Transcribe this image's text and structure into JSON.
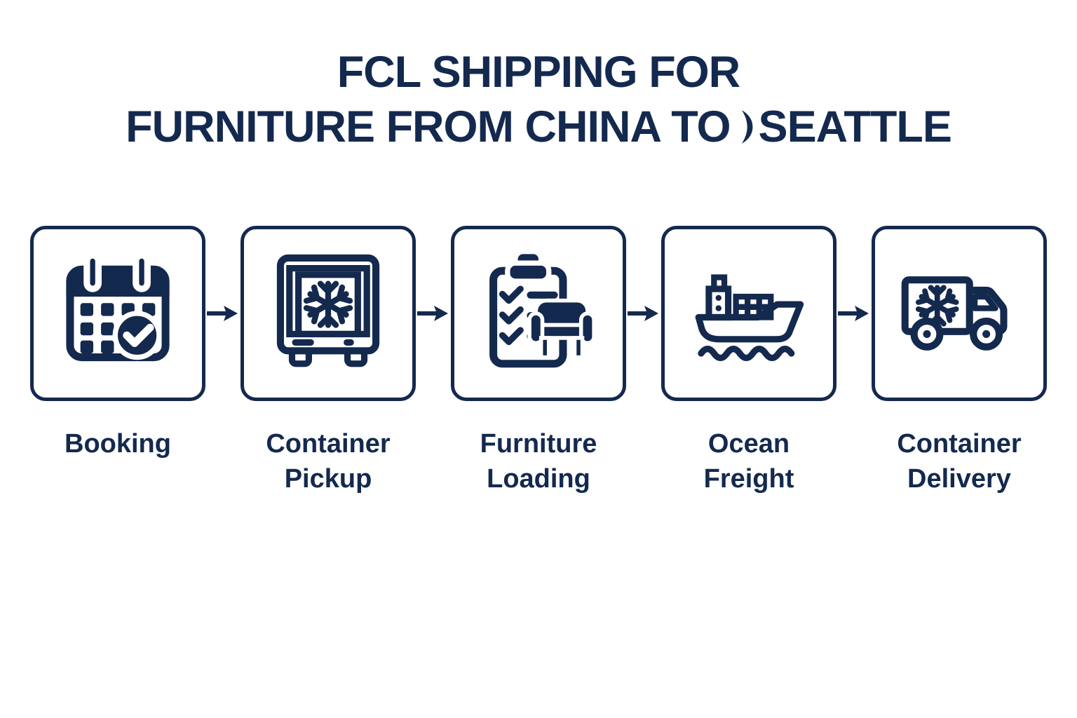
{
  "title": {
    "line1": "FCL SHIPPING FOR",
    "line2_before": "FURNITURE FROM CHINA TO",
    "line2_after": "SEATTLE",
    "separator_icon": "crescent-ornament-icon"
  },
  "steps": [
    {
      "label": "Booking",
      "icon": "calendar-check-icon"
    },
    {
      "label": "Container Pickup",
      "icon": "refrigerated-container-icon"
    },
    {
      "label": "Furniture Loading",
      "icon": "furniture-checklist-icon"
    },
    {
      "label": "Ocean Freight",
      "icon": "cargo-ship-icon"
    },
    {
      "label": "Container Delivery",
      "icon": "refrigerated-truck-icon"
    }
  ],
  "flow": {
    "arrow_icon": "arrow-right-icon",
    "arrow_count": 4
  },
  "colors": {
    "ink": "#14294e",
    "background": "#ffffff"
  }
}
